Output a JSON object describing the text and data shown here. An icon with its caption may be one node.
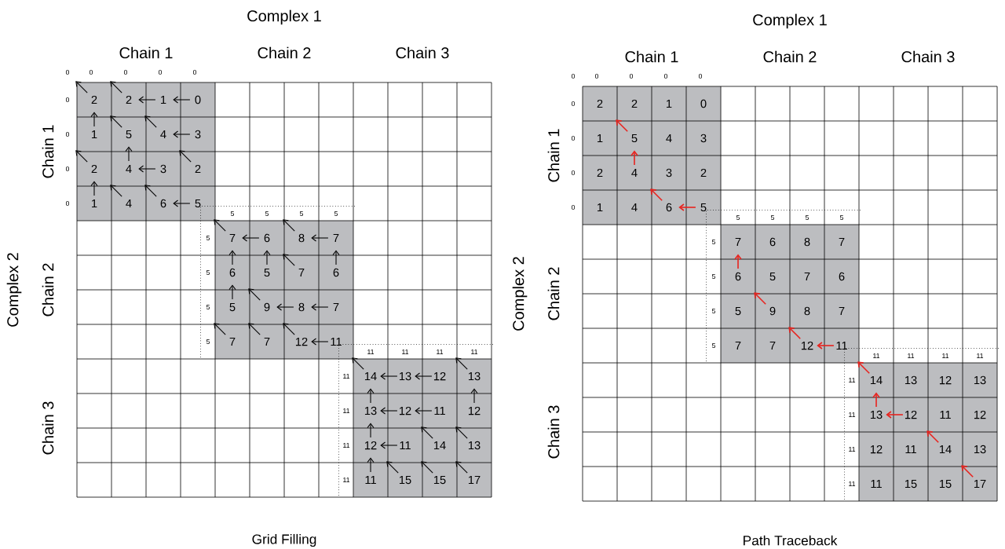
{
  "diagram": {
    "labels": [
      "Complex 1",
      "Chain 1",
      "Chain 2",
      "Chain 3",
      "Complex 2",
      "Chain 1",
      "Chain 2",
      "Chain 3",
      "0",
      "0",
      "0",
      "0",
      "0",
      "0",
      "0",
      "0",
      "0",
      "5",
      "5",
      "5",
      "5",
      "5",
      "5",
      "5",
      "5",
      "11",
      "11",
      "11",
      "11",
      "11",
      "11",
      "11",
      "11",
      "2",
      "2",
      "1",
      "0",
      "1",
      "5",
      "4",
      "3",
      "2",
      "4",
      "3",
      "2",
      "1",
      "4",
      "6",
      "5",
      "7",
      "6",
      "8",
      "7",
      "6",
      "5",
      "7",
      "6",
      "5",
      "9",
      "8",
      "7",
      "7",
      "7",
      "12",
      "11",
      "14",
      "13",
      "12",
      "13",
      "13",
      "12",
      "11",
      "12",
      "12",
      "11",
      "14",
      "13",
      "11",
      "15",
      "15",
      "17",
      "Grid Filling",
      "Complex 1",
      "Chain 1",
      "Chain 2",
      "Chain 3",
      "Complex 2",
      "Chain 1",
      "Chain 2",
      "Chain 3",
      "0",
      "0",
      "0",
      "0",
      "0",
      "0",
      "0",
      "0",
      "0",
      "5",
      "5",
      "5",
      "5",
      "5",
      "5",
      "5",
      "5",
      "11",
      "11",
      "11",
      "11",
      "11",
      "11",
      "11",
      "11",
      "2",
      "2",
      "1",
      "0",
      "1",
      "5",
      "4",
      "3",
      "2",
      "4",
      "3",
      "2",
      "1",
      "4",
      "6",
      "5",
      "7",
      "6",
      "8",
      "7",
      "6",
      "5",
      "7",
      "6",
      "5",
      "9",
      "8",
      "7",
      "7",
      "7",
      "12",
      "11",
      "14",
      "13",
      "12",
      "13",
      "13",
      "12",
      "11",
      "12",
      "12",
      "11",
      "14",
      "13",
      "11",
      "15",
      "15",
      "17",
      "Path Traceback"
    ]
  }
}
